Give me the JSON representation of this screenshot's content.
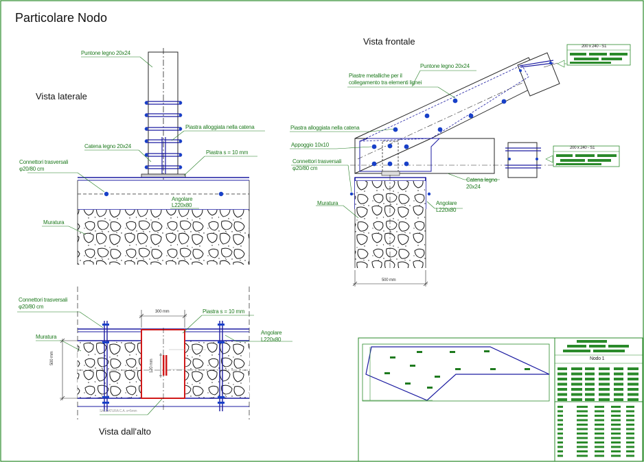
{
  "drawing_title": "Particolare Nodo",
  "views": {
    "lateral": "Vista laterale",
    "frontal": "Vista frontale",
    "top": "Vista dall'alto"
  },
  "lateral_labels": {
    "puntone": "Puntone legno 20x24",
    "piastra_alloggiata": "Piastra alloggiata nella catena",
    "catena": "Catena legno 20x24",
    "piastra": "Piastra  s = 10 mm",
    "connettori_1": "Connettori trasversali",
    "connettori_2": "φ20/80 cm",
    "angolare_1": "Angolare",
    "angolare_2": "L220x80",
    "muratura": "Muratura"
  },
  "frontal_labels": {
    "piastre_1": "Piastre metalliche per il",
    "piastre_2": "collegamento tra elementi lignei",
    "puntone": "Puntone legno 20x24",
    "piastra_alloggiata": "Piastra alloggiata nella catena",
    "appoggio": "Appoggio 10x10",
    "connettori_1": "Connettori trasversali",
    "connettori_2": "φ20/80 cm",
    "catena_1": "Catena legno",
    "catena_2": "20x24",
    "muratura": "Muratura",
    "angolare_1": "Angolare",
    "angolare_2": "L220x80",
    "dim_500": "500 mm",
    "section_1": "200 x 240 - S1",
    "section_2": "200 x 240 - S1"
  },
  "top_labels": {
    "connettori_1": "Connettori trasversali",
    "connettori_2": "φ20/80 cm",
    "dim_300": "300 mm",
    "piastra": "Piastra  s = 10 mm",
    "angolare_1": "Angolare",
    "angolare_2": "L220x80",
    "muratura": "Muratura",
    "dim_500": "500 mm",
    "dim_120": "120 mm",
    "saldatura": "SALDATURA C.A. s=5mm"
  },
  "title_block": {
    "nodo": "Nodo 1"
  },
  "colors": {
    "frame": "#2a8a2a",
    "structure": "#1a1aa0",
    "label": "#1e7a1e",
    "bolt": "#1840c8",
    "plate": "#d01818"
  }
}
